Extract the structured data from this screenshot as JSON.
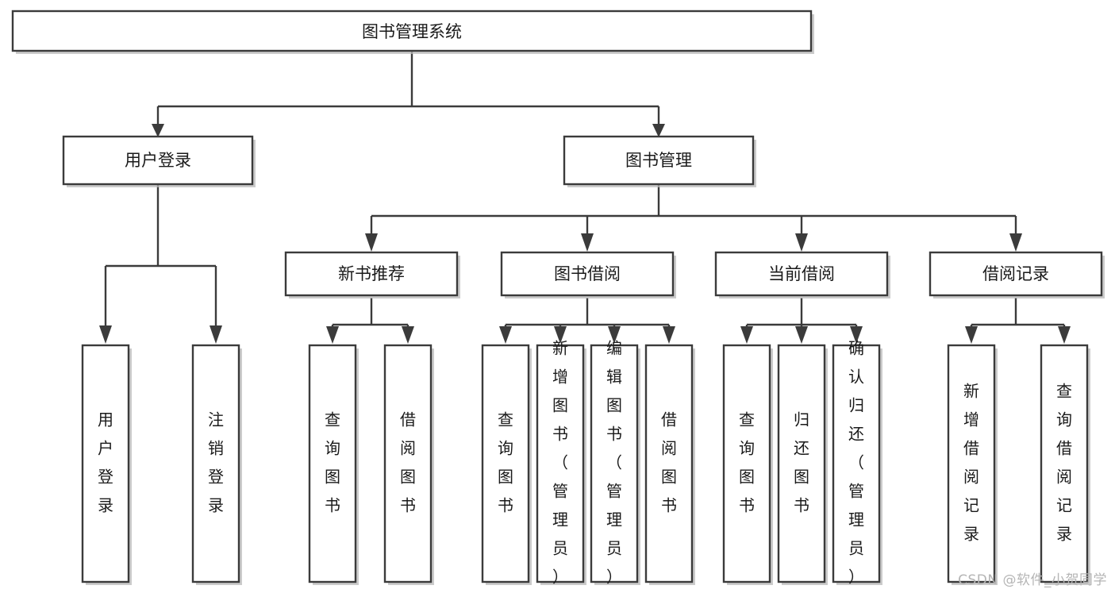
{
  "diagram": {
    "type": "tree",
    "title": "图书管理系统",
    "orientation": "top-down",
    "levels": 4,
    "root": {
      "id": "root",
      "label": "图书管理系统",
      "orientation": "horizontal"
    },
    "level1": [
      {
        "id": "user-login",
        "label": "用户登录",
        "orientation": "horizontal"
      },
      {
        "id": "book-manage",
        "label": "图书管理",
        "orientation": "horizontal"
      }
    ],
    "level2": [
      {
        "id": "new-book-rec",
        "label": "新书推荐",
        "orientation": "horizontal",
        "parent": "book-manage"
      },
      {
        "id": "book-borrow",
        "label": "图书借阅",
        "orientation": "horizontal",
        "parent": "book-manage"
      },
      {
        "id": "current-borrow",
        "label": "当前借阅",
        "orientation": "horizontal",
        "parent": "book-manage"
      },
      {
        "id": "borrow-record",
        "label": "借阅记录",
        "orientation": "horizontal",
        "parent": "book-manage"
      }
    ],
    "leaves": [
      {
        "id": "leaf-user-login",
        "label": "用户登录",
        "parent": "user-login",
        "orientation": "vertical"
      },
      {
        "id": "leaf-user-logout",
        "label": "注销登录",
        "parent": "user-login",
        "orientation": "vertical"
      },
      {
        "id": "leaf-query-book-1",
        "label": "查询图书",
        "parent": "new-book-rec",
        "orientation": "vertical"
      },
      {
        "id": "leaf-borrow-book-1",
        "label": "借阅图书",
        "parent": "new-book-rec",
        "orientation": "vertical"
      },
      {
        "id": "leaf-query-book-2",
        "label": "查询图书",
        "parent": "book-borrow",
        "orientation": "vertical"
      },
      {
        "id": "leaf-add-book",
        "label": "新增图书（管理员）",
        "parent": "book-borrow",
        "orientation": "vertical"
      },
      {
        "id": "leaf-edit-book",
        "label": "编辑图书（管理员）",
        "parent": "book-borrow",
        "orientation": "vertical"
      },
      {
        "id": "leaf-borrow-book-2",
        "label": "借阅图书",
        "parent": "book-borrow",
        "orientation": "vertical"
      },
      {
        "id": "leaf-query-book-3",
        "label": "查询图书",
        "parent": "current-borrow",
        "orientation": "vertical"
      },
      {
        "id": "leaf-return-book",
        "label": "归还图书",
        "parent": "current-borrow",
        "orientation": "vertical"
      },
      {
        "id": "leaf-confirm-return",
        "label": "确认归还（管理员）",
        "parent": "current-borrow",
        "orientation": "vertical"
      },
      {
        "id": "leaf-add-record",
        "label": "新增借阅记录",
        "parent": "borrow-record",
        "orientation": "vertical"
      },
      {
        "id": "leaf-query-record",
        "label": "查询借阅记录",
        "parent": "borrow-record",
        "orientation": "vertical"
      }
    ],
    "colors": {
      "stroke": "#3b3b3b",
      "fill": "#ffffff",
      "text": "#1a1a1a",
      "shadow": "#b9b9b9",
      "watermark": "#b5b5b5"
    }
  },
  "watermark": {
    "text": "CSDN @软件_小贺同学"
  }
}
